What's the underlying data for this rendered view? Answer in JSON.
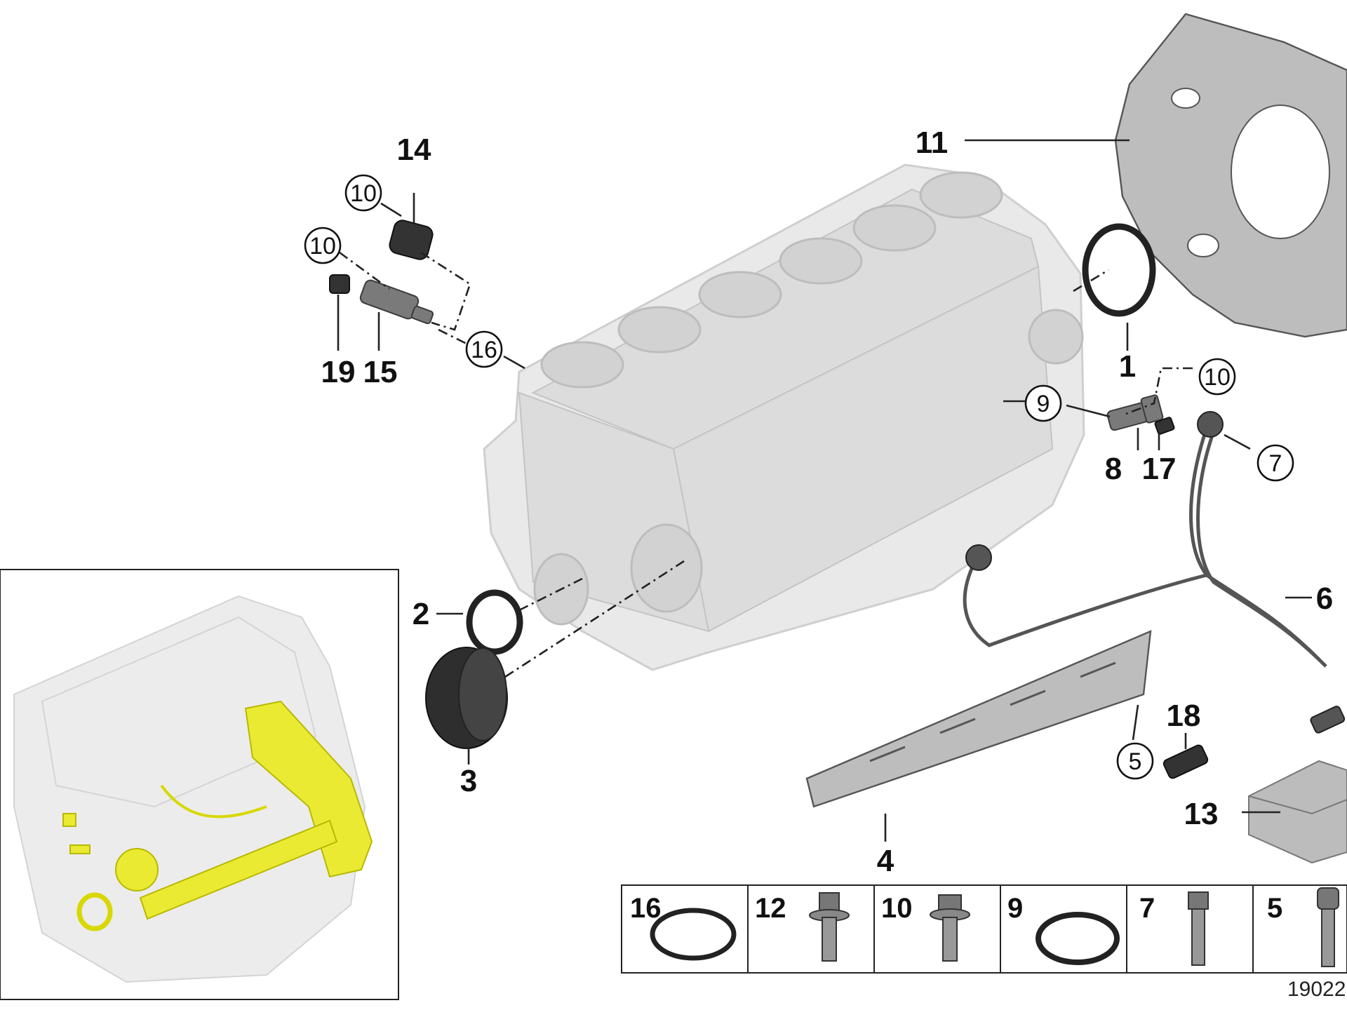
{
  "labels": {
    "p1": "1",
    "p2": "2",
    "p3": "3",
    "p4": "4",
    "p6": "6",
    "p8": "8",
    "p11": "11",
    "p13": "13",
    "p14": "14",
    "p15": "15",
    "p17": "17",
    "p18": "18",
    "p19": "19"
  },
  "callouts": {
    "c10_top": "10",
    "c10_mid": "10",
    "c16": "16",
    "c9": "9",
    "c10_right": "10",
    "c7": "7",
    "c5": "5"
  },
  "legend_bar": {
    "items": [
      {
        "number": "16",
        "part": "o-ring"
      },
      {
        "number": "12",
        "part": "bolt"
      },
      {
        "number": "10",
        "part": "bolt"
      },
      {
        "number": "9",
        "part": "o-ring"
      },
      {
        "number": "7",
        "part": "bolt"
      },
      {
        "number": "5",
        "part": "bolt"
      }
    ]
  },
  "image_number": "19022",
  "colors": {
    "highlight": "#eaea33",
    "block": "#e9e9e9",
    "line": "#222222"
  }
}
